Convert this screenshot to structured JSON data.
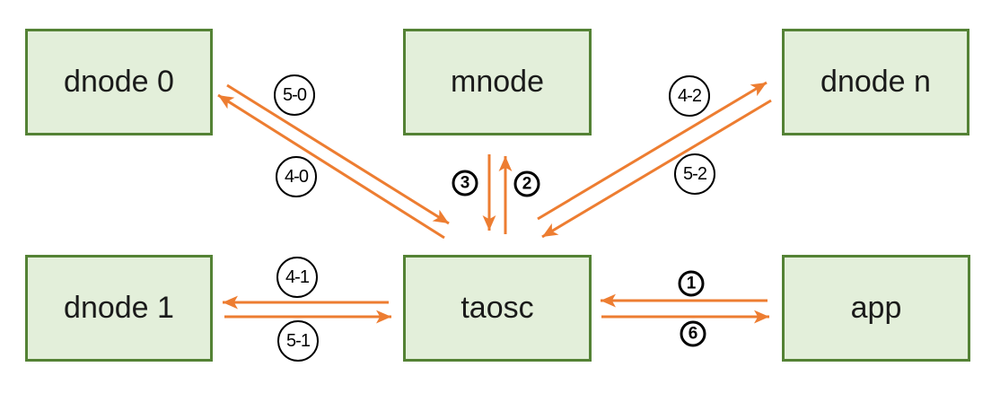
{
  "colors": {
    "box_fill": "#e3efda",
    "box_border": "#548235",
    "arrow": "#ed7d31",
    "label_stroke": "#000000"
  },
  "nodes": [
    {
      "label": "dnode 0"
    },
    {
      "label": "mnode"
    },
    {
      "label": "dnode n"
    },
    {
      "label": "dnode 1"
    },
    {
      "label": "taosc"
    },
    {
      "label": "app"
    }
  ],
  "edges": [
    {
      "label": "5-0",
      "from": "dnode 0",
      "to": "taosc"
    },
    {
      "label": "4-0",
      "from": "taosc",
      "to": "dnode 0"
    },
    {
      "label": "3",
      "from": "mnode",
      "to": "taosc"
    },
    {
      "label": "2",
      "from": "taosc",
      "to": "mnode"
    },
    {
      "label": "4-2",
      "from": "taosc",
      "to": "dnode n"
    },
    {
      "label": "5-2",
      "from": "dnode n",
      "to": "taosc"
    },
    {
      "label": "4-1",
      "from": "taosc",
      "to": "dnode 1"
    },
    {
      "label": "5-1",
      "from": "dnode 1",
      "to": "taosc"
    },
    {
      "label": "1",
      "from": "app",
      "to": "taosc"
    },
    {
      "label": "6",
      "from": "taosc",
      "to": "app"
    }
  ]
}
